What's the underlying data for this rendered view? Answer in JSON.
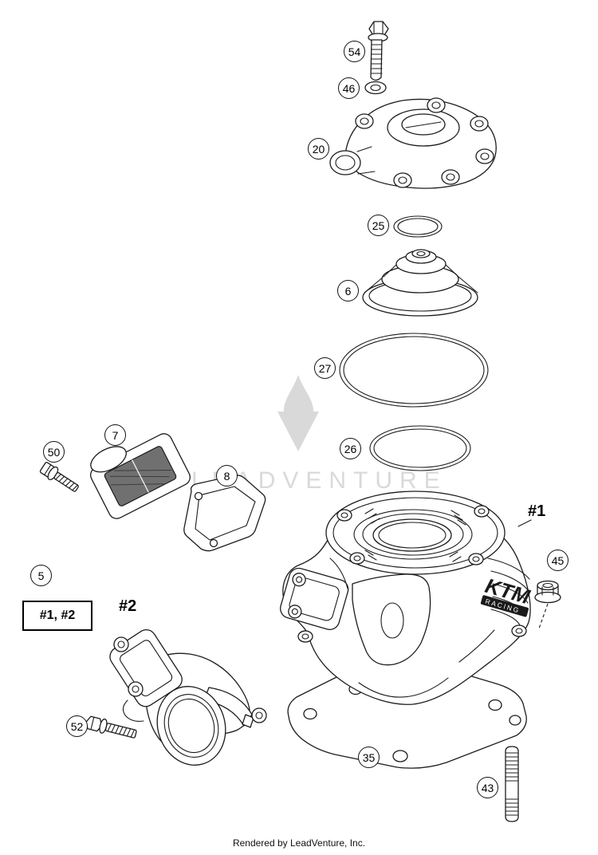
{
  "page": {
    "watermark_text": "LEADVENTURE",
    "footer_text": "Rendered by LeadVenture, Inc."
  },
  "diagram": {
    "callouts": [
      {
        "num": "54"
      },
      {
        "num": "46"
      },
      {
        "num": "20"
      },
      {
        "num": "25"
      },
      {
        "num": "6"
      },
      {
        "num": "27"
      },
      {
        "num": "26"
      },
      {
        "num": "7"
      },
      {
        "num": "50"
      },
      {
        "num": "8"
      },
      {
        "num": "5"
      },
      {
        "num": "45"
      },
      {
        "num": "52"
      },
      {
        "num": "35"
      },
      {
        "num": "43"
      }
    ],
    "part_labels": [
      {
        "text": "#1"
      },
      {
        "text": "#2"
      }
    ],
    "group_label_box": {
      "text": "#1, #2"
    },
    "cylinder_logo": {
      "brand": "KTM",
      "sub": "RACING"
    }
  },
  "colors": {
    "line": "#1c1c1c",
    "watermark": "#d9d9d9",
    "background": "#ffffff"
  }
}
